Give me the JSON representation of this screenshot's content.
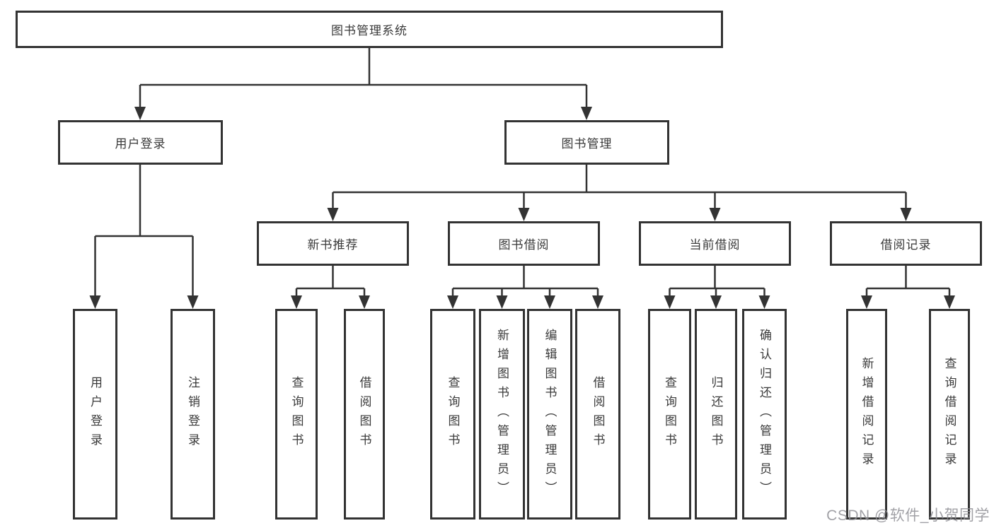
{
  "tree": {
    "root": {
      "label": "图书管理系统"
    },
    "branches": [
      {
        "label": "用户登录",
        "leaves": [
          {
            "label": "用户登录"
          },
          {
            "label": "注销登录"
          }
        ]
      },
      {
        "label": "图书管理",
        "children": [
          {
            "label": "新书推荐",
            "leaves": [
              {
                "label": "查询图书"
              },
              {
                "label": "借阅图书"
              }
            ]
          },
          {
            "label": "图书借阅",
            "leaves": [
              {
                "label": "查询图书"
              },
              {
                "label": "新增图书（管理员）"
              },
              {
                "label": "编辑图书（管理员）"
              },
              {
                "label": "借阅图书"
              }
            ]
          },
          {
            "label": "当前借阅",
            "leaves": [
              {
                "label": "查询图书"
              },
              {
                "label": "归还图书"
              },
              {
                "label": "确认归还（管理员）"
              }
            ]
          },
          {
            "label": "借阅记录",
            "leaves": [
              {
                "label": "新增借阅记录"
              },
              {
                "label": "查询借阅记录"
              }
            ]
          }
        ]
      }
    ]
  },
  "watermark": {
    "text": "CSDN @软件_小贺同学"
  },
  "colors": {
    "line": "#333333",
    "border": "#333333",
    "text": "#3a3a3a",
    "background": "#ffffff",
    "watermark": "#919196"
  }
}
